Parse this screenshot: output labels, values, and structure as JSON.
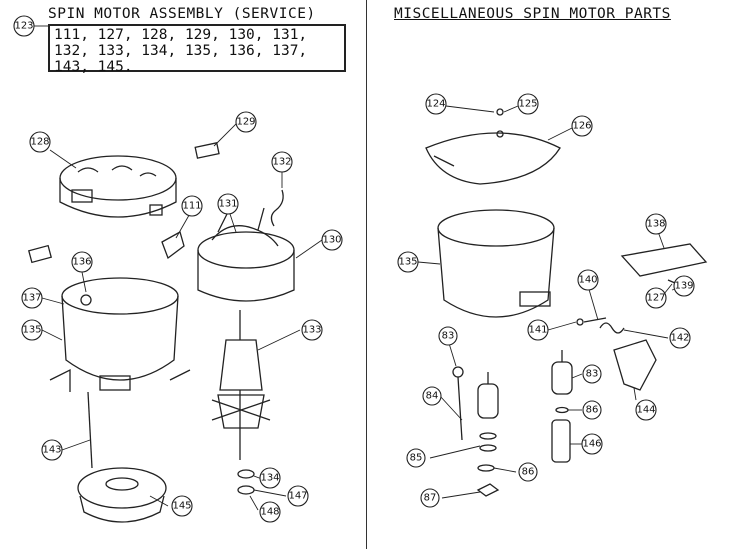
{
  "left": {
    "title": "SPIN MOTOR ASSEMBLY (SERVICE)",
    "ref": "123",
    "parts_lines": [
      "111, 127, 128, 129, 130, 131,",
      "132, 133, 134, 135, 136, 137,",
      "143, 145."
    ]
  },
  "right": {
    "title": "MISCELLANEOUS SPIN MOTOR PARTS"
  },
  "callouts": [
    {
      "label": "123"
    },
    {
      "label": "128"
    },
    {
      "label": "129"
    },
    {
      "label": "132"
    },
    {
      "label": "111"
    },
    {
      "label": "131"
    },
    {
      "label": "130"
    },
    {
      "label": "136"
    },
    {
      "label": "137"
    },
    {
      "label": "135"
    },
    {
      "label": "133"
    },
    {
      "label": "143"
    },
    {
      "label": "145"
    },
    {
      "label": "134"
    },
    {
      "label": "147"
    },
    {
      "label": "148"
    },
    {
      "label": "124"
    },
    {
      "label": "125"
    },
    {
      "label": "126"
    },
    {
      "label": "138"
    },
    {
      "label": "135"
    },
    {
      "label": "140"
    },
    {
      "label": "127"
    },
    {
      "label": "139"
    },
    {
      "label": "141"
    },
    {
      "label": "142"
    },
    {
      "label": "83"
    },
    {
      "label": "83"
    },
    {
      "label": "84"
    },
    {
      "label": "86"
    },
    {
      "label": "144"
    },
    {
      "label": "146"
    },
    {
      "label": "85"
    },
    {
      "label": "86"
    },
    {
      "label": "87"
    }
  ]
}
